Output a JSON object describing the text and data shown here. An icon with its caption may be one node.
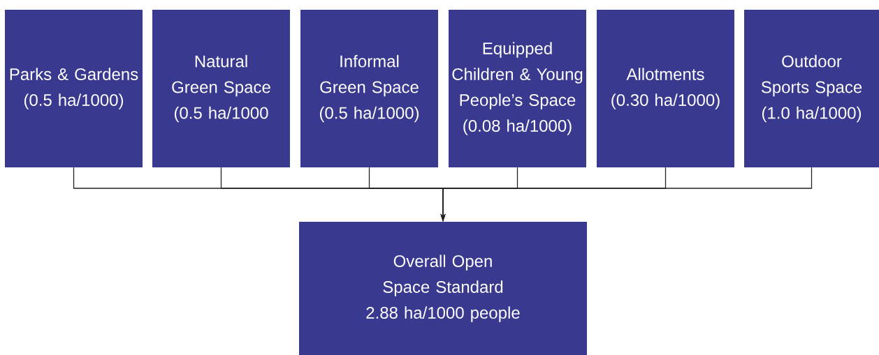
{
  "diagram": {
    "nodes": [
      {
        "text": [
          "Parks & Gardens",
          "(0.5 ha/1000)"
        ]
      },
      {
        "text": [
          "Natural Green Space",
          "(0.5 ha/1000"
        ]
      },
      {
        "text": [
          "Informal Green Space",
          "(0.5 ha/1000)"
        ]
      },
      {
        "text": [
          "Equipped Children & Young People’s Space",
          "(0.08 ha/1000)"
        ]
      },
      {
        "text": [
          "Allotments",
          "(0.30 ha/1000)"
        ]
      },
      {
        "text": [
          "Outdoor Sports Space",
          "(1.0 ha/1000)"
        ]
      },
      {
        "text": [
          "Overall Open Space Standard",
          "2.88 ha/1000 people"
        ]
      }
    ],
    "edges": [
      {
        "from": 0,
        "to": 6,
        "arrow": "to"
      },
      {
        "from": 1,
        "to": 6,
        "arrow": "to"
      },
      {
        "from": 2,
        "to": 6,
        "arrow": "to"
      },
      {
        "from": 3,
        "to": 6,
        "arrow": "to"
      },
      {
        "from": 4,
        "to": 6,
        "arrow": "to"
      },
      {
        "from": 5,
        "to": 6,
        "arrow": "to"
      }
    ]
  }
}
